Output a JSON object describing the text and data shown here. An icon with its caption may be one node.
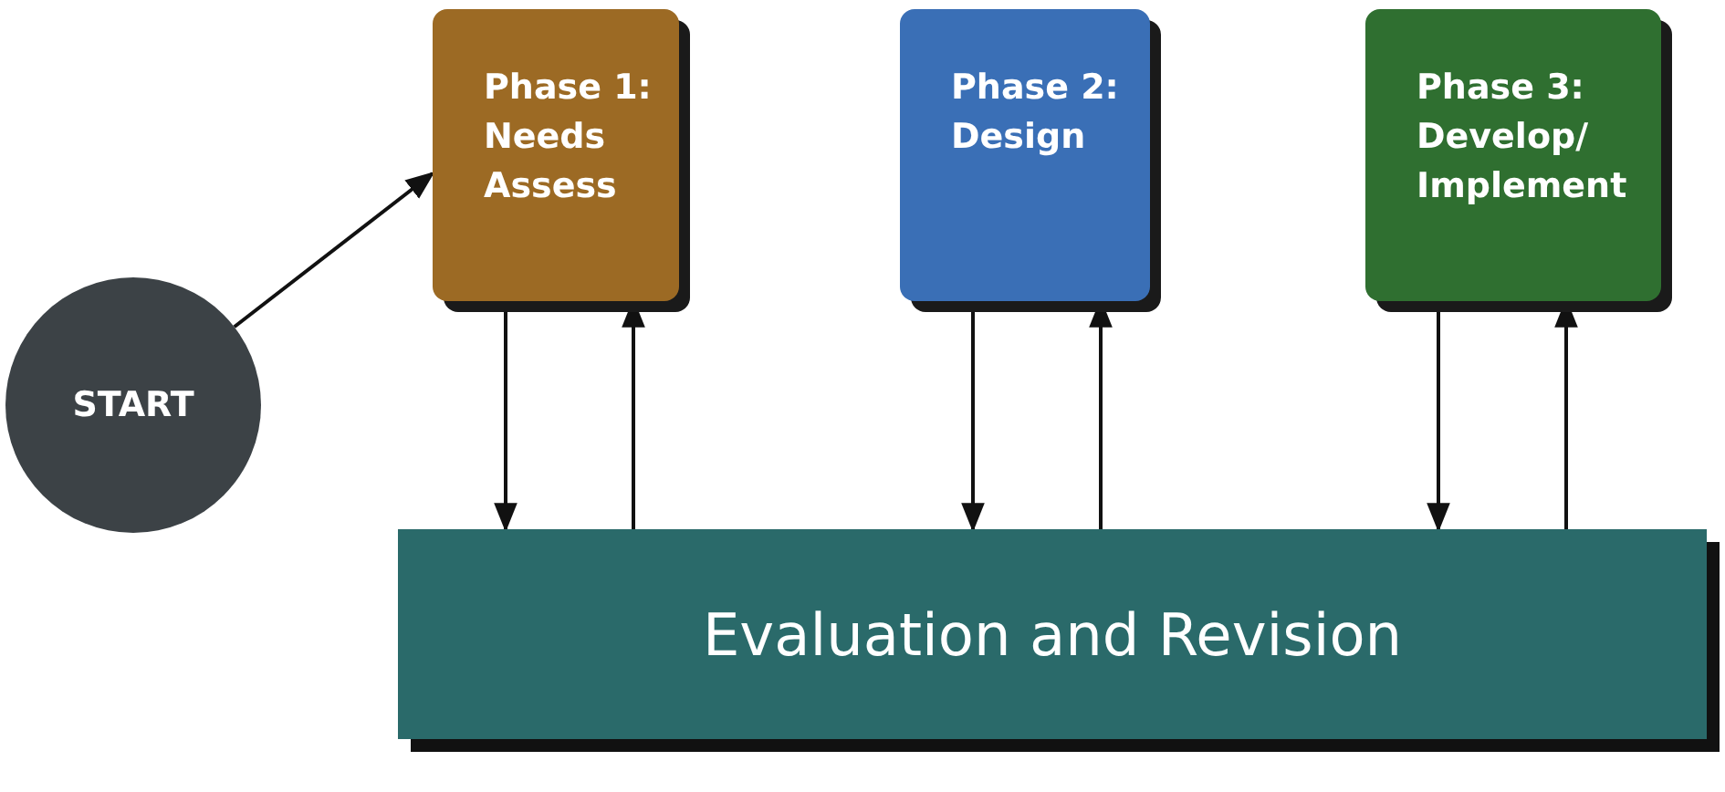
{
  "diagram": {
    "nodes": [
      {
        "text": [
          "START"
        ]
      },
      {
        "text": [
          "Phase 1: Needs Assess"
        ]
      },
      {
        "text": [
          "Phase 2: Design"
        ]
      },
      {
        "text": [
          "Phase 3: Develop/ Implement"
        ]
      },
      {
        "text": [
          "Evaluation and Revision"
        ]
      }
    ],
    "edges": [
      {
        "from": 0,
        "to": 1,
        "arrow": "to"
      },
      {
        "from": 1,
        "to": 4,
        "arrow": "to"
      },
      {
        "from": 4,
        "to": 1,
        "arrow": "to"
      },
      {
        "from": 2,
        "to": 4,
        "arrow": "to"
      },
      {
        "from": 4,
        "to": 2,
        "arrow": "to"
      },
      {
        "from": 3,
        "to": 4,
        "arrow": "to"
      },
      {
        "from": 4,
        "to": 3,
        "arrow": "to"
      }
    ]
  }
}
